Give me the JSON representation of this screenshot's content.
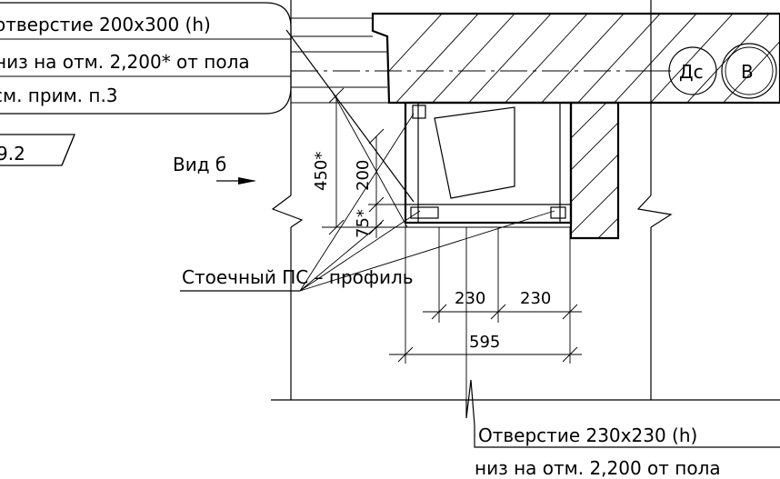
{
  "callout_top": {
    "line1": "отверстие 200x300 (h)",
    "line2": "низ на отм. 2,200* от пола",
    "line3": "см. прим. п.3"
  },
  "ref_tag": "9.2",
  "view_label": "Вид б",
  "profile_label": "Стоечный ПС – профиль",
  "axis_marks": [
    "Дс",
    "В"
  ],
  "dimensions": {
    "d450": "450*",
    "d200": "200",
    "d75": "75*",
    "d230a": "230",
    "d230b": "230",
    "d595": "595"
  },
  "callout_bottom": {
    "line1": "Отверстие 230x230 (h)",
    "line2": "низ на отм. 2,200 от пола"
  }
}
